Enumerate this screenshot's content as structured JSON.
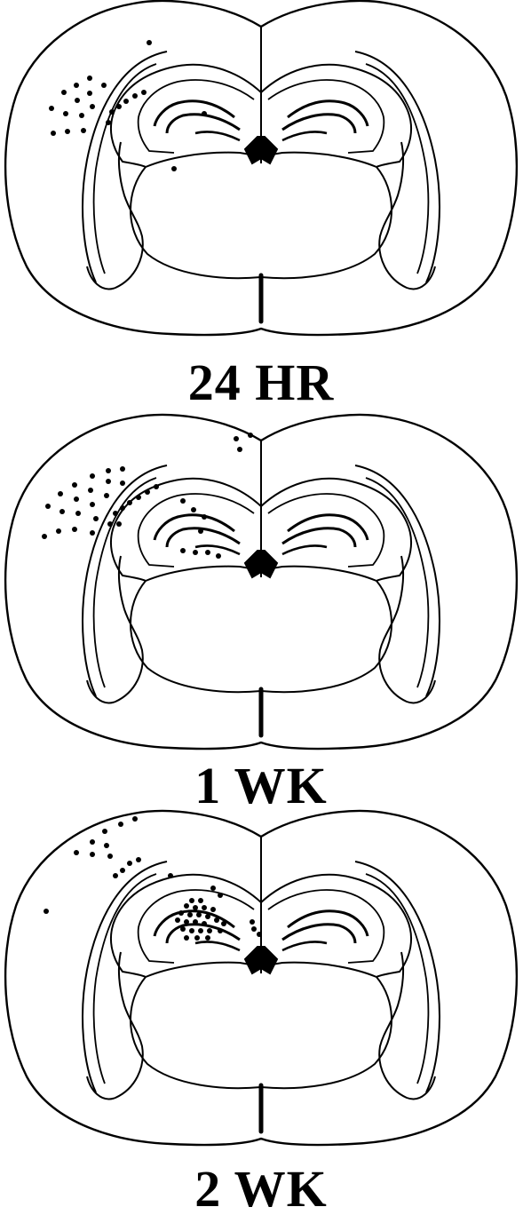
{
  "figure": {
    "ink_color": "#000000",
    "background_color": "#ffffff",
    "panels": [
      {
        "label": "24 HR"
      },
      {
        "label": "1 WK"
      },
      {
        "label": "2 WK"
      }
    ]
  }
}
